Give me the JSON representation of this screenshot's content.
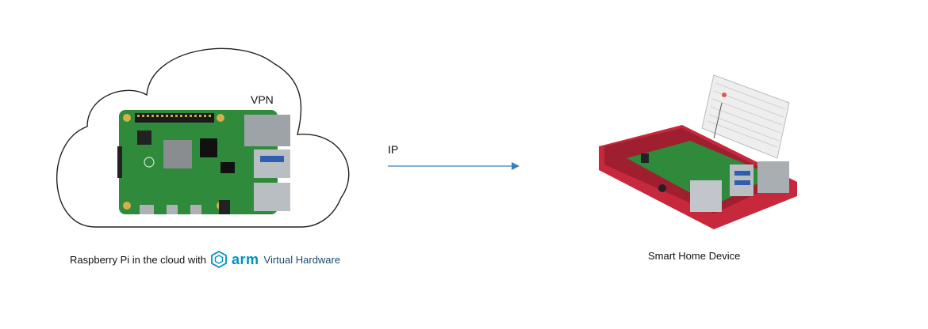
{
  "diagram": {
    "cloud_label": "VPN",
    "connection_label": "IP",
    "left_caption": {
      "text": "Raspberry Pi in the cloud with",
      "brand_word": "arm",
      "brand_suffix": "Virtual Hardware",
      "brand_color": "#0091bd"
    },
    "right_caption": "Smart Home Device",
    "colors": {
      "arrow": "#3a7fb8",
      "cloud_stroke": "#222222",
      "pcb_green": "#2f8a3c",
      "case_red": "#c8283c"
    }
  }
}
